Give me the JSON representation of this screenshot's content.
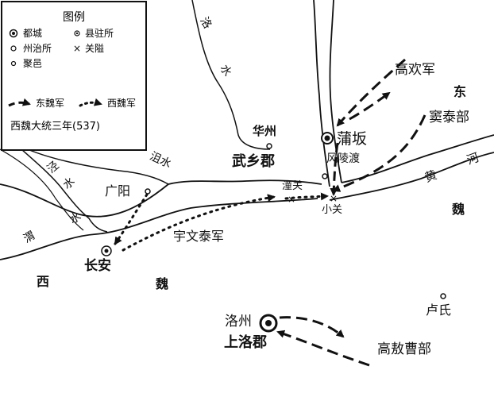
{
  "legend": {
    "title": "图例",
    "capital": "都城",
    "county_seat": "县驻所",
    "prefecture_seat": "州治所",
    "pass": "关隘",
    "town": "聚邑",
    "east_wei_army": "东魏军",
    "west_wei_army": "西魏军",
    "date": "西魏大统三年(537)"
  },
  "rivers": {
    "luo": "洛",
    "shui_luo": "水",
    "huang": "黄",
    "he": "河",
    "ju": "沮水",
    "jing1": "泾",
    "jing2": "水",
    "wei1": "渭",
    "wei2": "水"
  },
  "places": {
    "huazhou": "华州",
    "wuxiang": "武乡郡",
    "puban": "蒲坂",
    "fenglingdu": "风陵渡",
    "tongguan": "潼关",
    "xiaoguan": "小关",
    "guangyang": "广阳",
    "changan": "长安",
    "luzhou": "洛州",
    "shangluo": "上洛郡",
    "lushi": "卢氏"
  },
  "regions": {
    "east": "东",
    "wei_east": "魏",
    "west": "西",
    "wei_west": "魏"
  },
  "armies": {
    "gao_huan": "高欢军",
    "dou_tai": "窦泰部",
    "yuwen_tai": "宇文泰军",
    "gao_ao_cao": "高敖曹部"
  },
  "colors": {
    "ink": "#111111",
    "background": "#ffffff"
  }
}
